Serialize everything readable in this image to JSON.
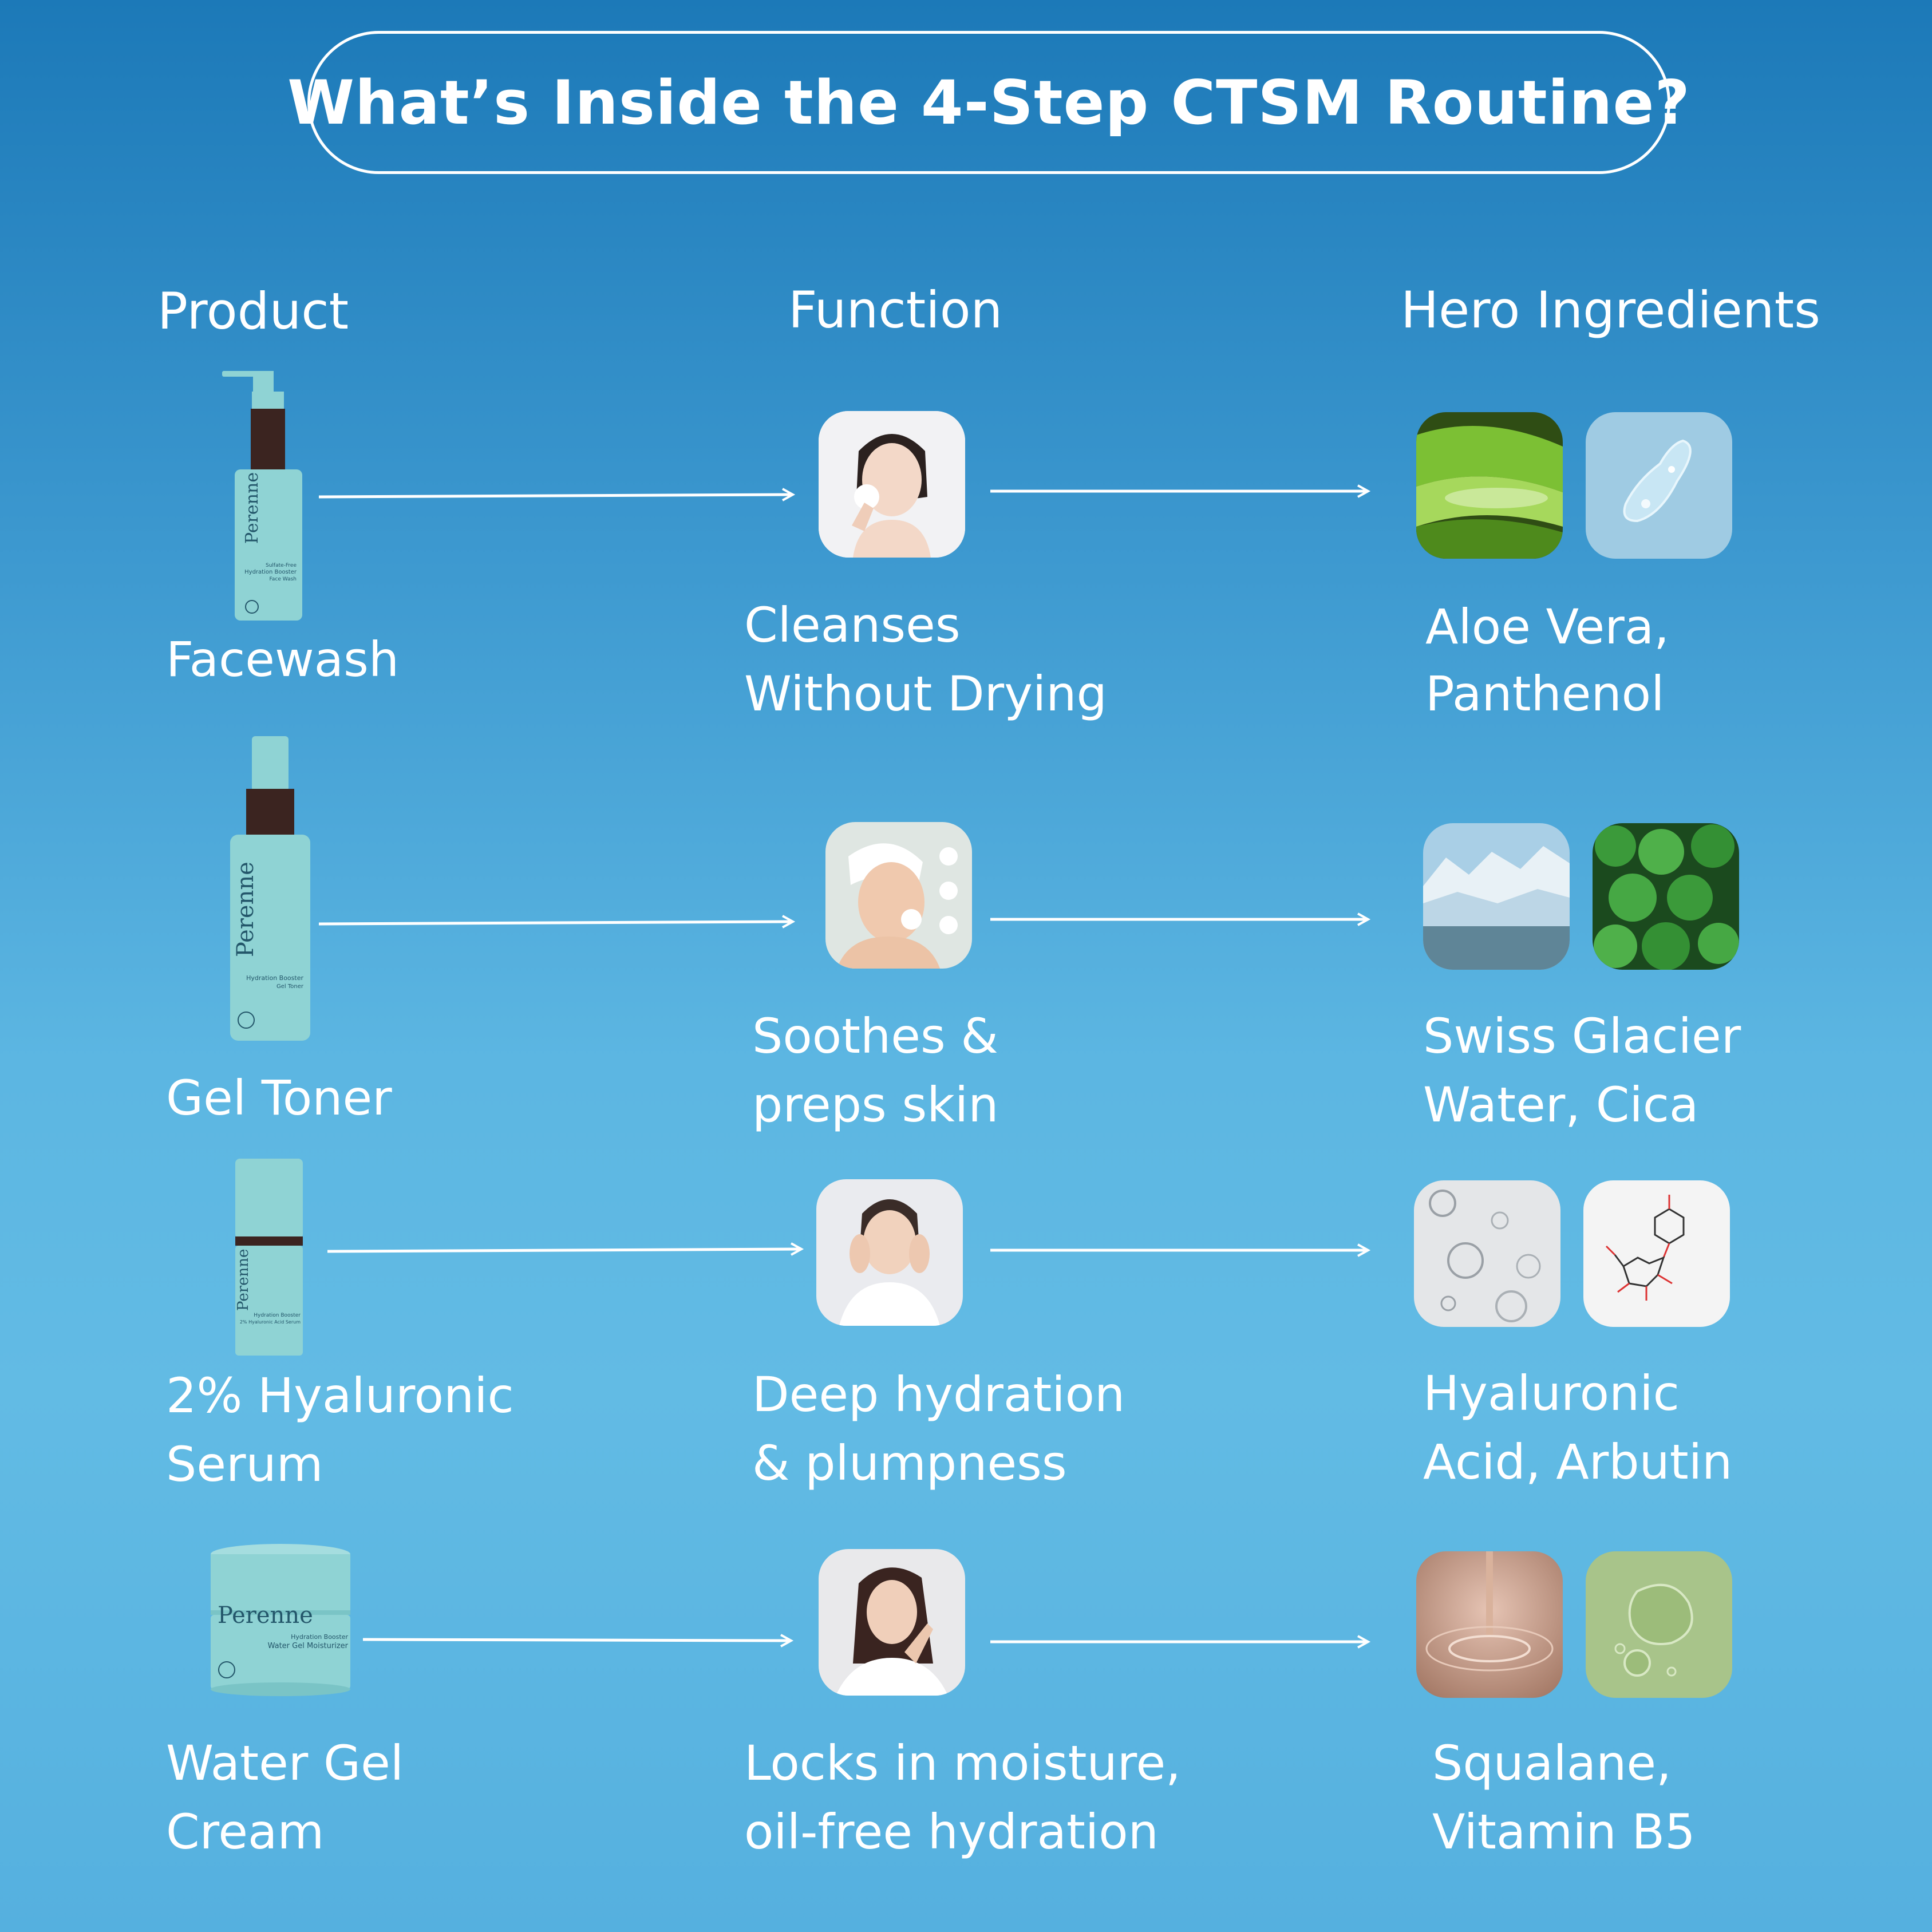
{
  "title": "What’s Inside the 4-Step CTSM Routine?",
  "headers": {
    "product": "Product",
    "function": "Function",
    "ingredients": "Hero Ingredients"
  },
  "brand": "Perenne",
  "rows": [
    {
      "product": [
        "Facewash"
      ],
      "function": [
        "Cleanses",
        "Without Drying"
      ],
      "ingredients": [
        "Aloe Vera,",
        "Panthenol"
      ],
      "bottle_text": [
        "Sulfate-Free",
        "Hydration Booster",
        "Face Wash"
      ],
      "function_image": "woman-cleansing-face-image",
      "ingredient_images": [
        "aloe-vera-image",
        "panthenol-gel-drop-image"
      ]
    },
    {
      "product": [
        "Gel Toner"
      ],
      "function": [
        "Soothes &",
        "preps skin"
      ],
      "ingredients": [
        "Swiss Glacier",
        "Water, Cica"
      ],
      "bottle_text": [
        "Hydration Booster",
        "Gel Toner"
      ],
      "function_image": "woman-applying-toner-image",
      "ingredient_images": [
        "swiss-glacier-image",
        "cica-leaves-image"
      ]
    },
    {
      "product": [
        "2% Hyaluronic",
        "Serum"
      ],
      "function": [
        "Deep hydration",
        "& plumpness"
      ],
      "ingredients": [
        "Hyaluronic",
        "Acid, Arbutin"
      ],
      "bottle_text": [
        "Hydration Booster",
        "2% Hyaluronic Acid Serum"
      ],
      "function_image": "woman-touching-face-image",
      "ingredient_images": [
        "hyaluronic-bubbles-image",
        "arbutin-molecule-image"
      ]
    },
    {
      "product": [
        "Water Gel",
        "Cream"
      ],
      "function": [
        "Locks in moisture,",
        "oil-free hydration"
      ],
      "ingredients": [
        "Squalane,",
        "Vitamin B5"
      ],
      "bottle_text": [
        "Hydration Booster",
        "Water Gel Moisturizer"
      ],
      "function_image": "woman-smiling-image",
      "ingredient_images": [
        "squalane-oil-image",
        "vitamin-b5-drops-image"
      ]
    }
  ],
  "colors": {
    "bottle": "#8fd3d4",
    "cap": "#3b2420",
    "text": "#ffffff"
  }
}
